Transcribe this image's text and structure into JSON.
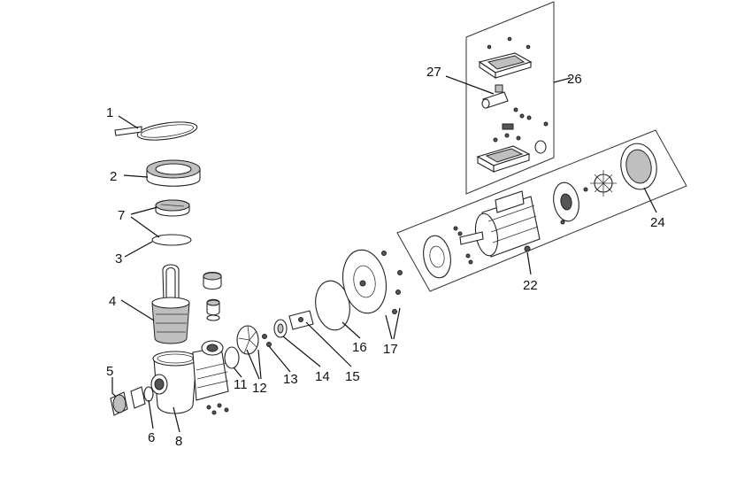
{
  "labels": {
    "l1": "1",
    "l2": "2",
    "l3": "3",
    "l4": "4",
    "l5": "5",
    "l6": "6",
    "l7": "7",
    "l8": "8",
    "l11": "11",
    "l12": "12",
    "l13": "13",
    "l14": "14",
    "l15": "15",
    "l16": "16",
    "l17": "17",
    "l22": "22",
    "l24": "24",
    "l26": "26",
    "l27": "27"
  }
}
